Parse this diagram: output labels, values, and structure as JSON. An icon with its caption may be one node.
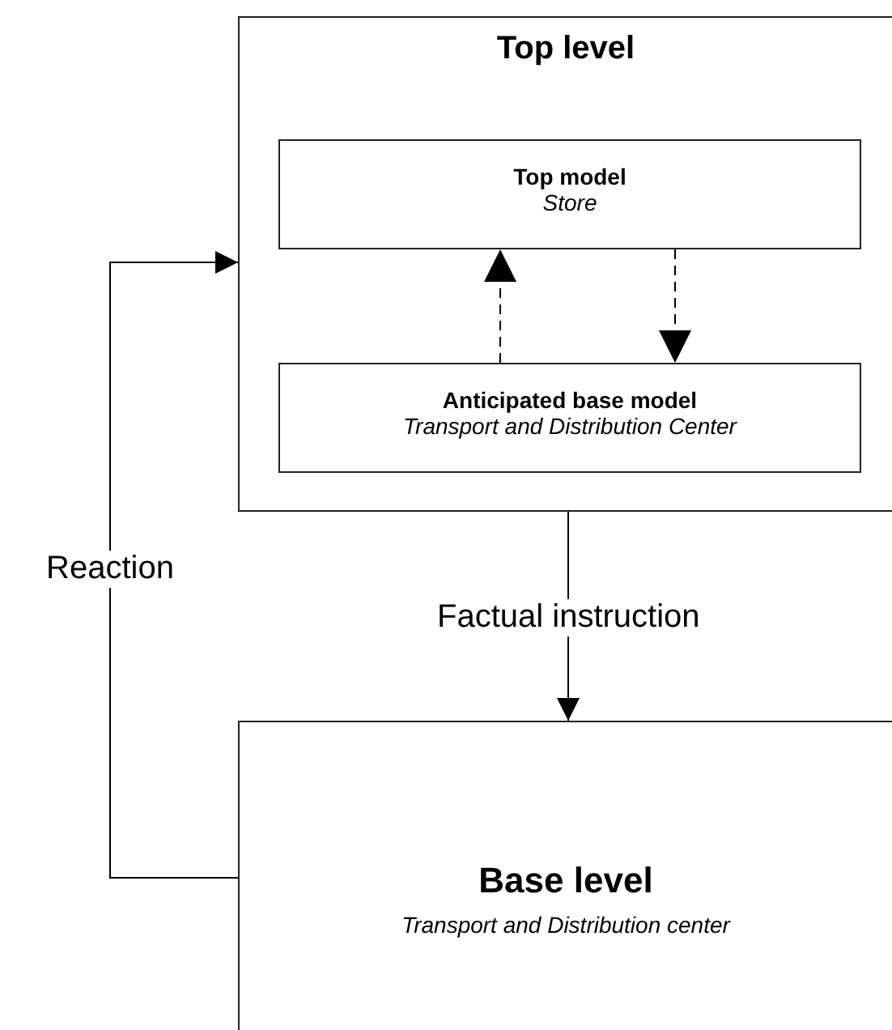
{
  "diagram": {
    "nodes": [
      {
        "text": [
          "Top level"
        ]
      },
      {
        "text": [
          "Top model",
          "Store"
        ],
        "in": 0
      },
      {
        "text": [
          "Anticipated base model",
          "Transport and Distribution Center"
        ],
        "in": 0
      },
      {
        "text": [
          "Base level",
          "Transport and Distribution center"
        ]
      }
    ],
    "edges": [
      {
        "from": 2,
        "to": 1,
        "arrow": "to",
        "style": "dashed"
      },
      {
        "from": 1,
        "to": 2,
        "arrow": "to",
        "style": "dashed"
      },
      {
        "from": 0,
        "to": 3,
        "arrow": "to",
        "label": "Factual instruction"
      },
      {
        "from": 3,
        "to": 0,
        "arrow": "to",
        "label": "Reaction"
      }
    ]
  }
}
